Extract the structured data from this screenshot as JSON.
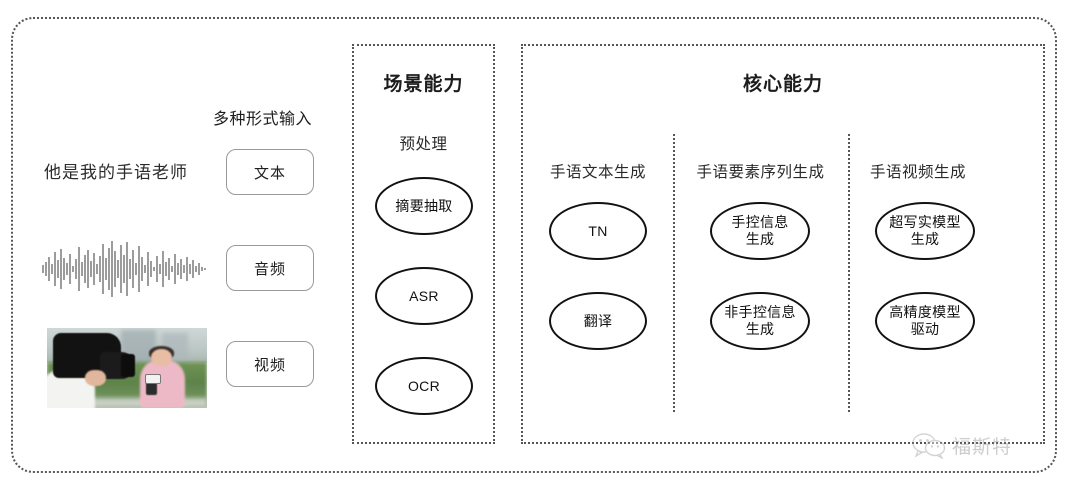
{
  "diagram": {
    "title_hidden": "",
    "input_section": {
      "label": "多种形式输入",
      "sample_text": "他是我的手语老师",
      "chips": [
        {
          "label": "文本",
          "icon": "text-icon"
        },
        {
          "label": "音频",
          "icon": "waveform-icon"
        },
        {
          "label": "视频",
          "icon": "video-thumbnail-icon"
        }
      ]
    },
    "scene_panel": {
      "title": "场景能力",
      "subtitle": "预处理",
      "nodes": [
        {
          "label": "摘要抽取"
        },
        {
          "label": "ASR"
        },
        {
          "label": "OCR"
        }
      ]
    },
    "core_panel": {
      "title": "核心能力",
      "columns": [
        {
          "header": "手语文本生成",
          "nodes": [
            {
              "label": "TN"
            },
            {
              "label": "翻译"
            }
          ]
        },
        {
          "header": "手语要素序列生成",
          "nodes": [
            {
              "label": "手控信息\n生成"
            },
            {
              "label": "非手控信息\n生成"
            }
          ]
        },
        {
          "header": "手语视频生成",
          "nodes": [
            {
              "label": "超写实模型\n生成"
            },
            {
              "label": "高精度模型\n驱动"
            }
          ]
        }
      ]
    },
    "watermark": {
      "text": "福斯特",
      "icon": "wechat-icon"
    },
    "colors": {
      "background": "#ffffff",
      "border_dotted": "#555555",
      "node_stroke": "#111111",
      "chip_border": "#9a9a9a",
      "text_primary": "#1a1a1a",
      "watermark": "#8a8a8a"
    }
  }
}
